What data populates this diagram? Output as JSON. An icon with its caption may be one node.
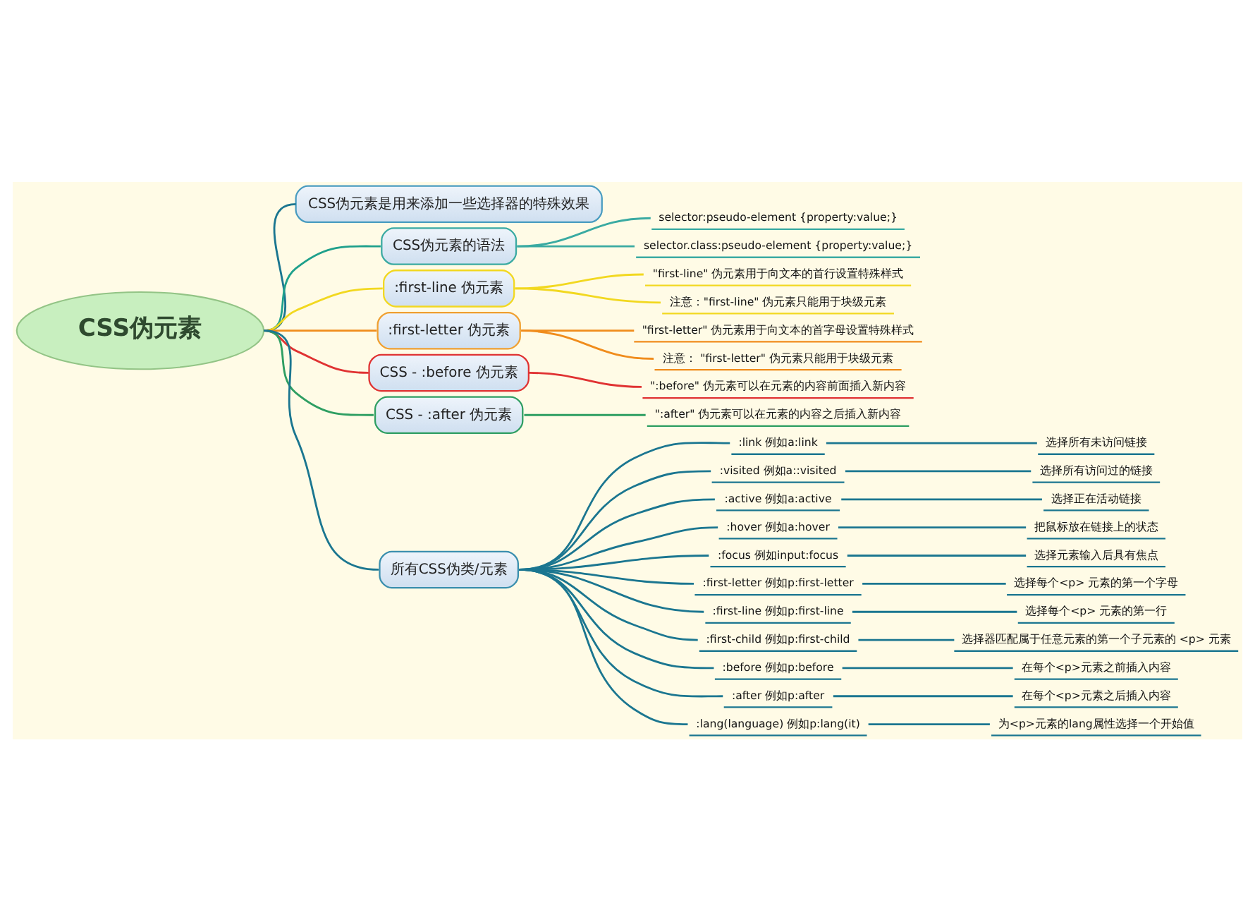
{
  "diagram": {
    "nodes": [
      {
        "text": [
          "CSS伪元素"
        ]
      },
      {
        "text": [
          "CSS伪元素是用来添加一些选择器的特殊效果"
        ]
      },
      {
        "text": [
          "CSS伪元素的语法"
        ]
      },
      {
        "text": [
          "selector:pseudo-element {property:value;}"
        ]
      },
      {
        "text": [
          "selector.class:pseudo-element {property:value;}"
        ]
      },
      {
        "text": [
          ":first-line 伪元素"
        ]
      },
      {
        "text": [
          "\"first-line\" 伪元素用于向文本的首行设置特殊样式"
        ]
      },
      {
        "text": [
          "注意：\"first-line\" 伪元素只能用于块级元素"
        ]
      },
      {
        "text": [
          ":first-letter 伪元素"
        ]
      },
      {
        "text": [
          "\"first-letter\" 伪元素用于向文本的首字母设置特殊样式"
        ]
      },
      {
        "text": [
          "注意： \"first-letter\" 伪元素只能用于块级元素"
        ]
      },
      {
        "text": [
          "CSS - :before 伪元素"
        ]
      },
      {
        "text": [
          "\":before\" 伪元素可以在元素的内容前面插入新内容"
        ]
      },
      {
        "text": [
          "CSS - :after 伪元素"
        ]
      },
      {
        "text": [
          "\":after\" 伪元素可以在元素的内容之后插入新内容"
        ]
      },
      {
        "text": [
          "所有CSS伪类/元素"
        ]
      },
      {
        "text": [
          ":link 例如a:link"
        ]
      },
      {
        "text": [
          "选择所有未访问链接"
        ]
      },
      {
        "text": [
          ":visited 例如a::visited"
        ]
      },
      {
        "text": [
          "选择所有访问过的链接"
        ]
      },
      {
        "text": [
          ":active 例如a:active"
        ]
      },
      {
        "text": [
          "选择正在活动链接"
        ]
      },
      {
        "text": [
          ":hover 例如a:hover"
        ]
      },
      {
        "text": [
          "把鼠标放在链接上的状态"
        ]
      },
      {
        "text": [
          ":focus 例如input:focus"
        ]
      },
      {
        "text": [
          "选择元素输入后具有焦点"
        ]
      },
      {
        "text": [
          ":first-letter 例如p:first-letter"
        ]
      },
      {
        "text": [
          "选择每个<p> 元素的第一个字母"
        ]
      },
      {
        "text": [
          ":first-line 例如p:first-line"
        ]
      },
      {
        "text": [
          "选择每个<p> 元素的第一行"
        ]
      },
      {
        "text": [
          ":first-child 例如p:first-child"
        ]
      },
      {
        "text": [
          "选择器匹配属于任意元素的第一个子元素的 <p> 元素"
        ]
      },
      {
        "text": [
          ":before 例如p:before"
        ]
      },
      {
        "text": [
          "在每个<p>元素之前插入内容"
        ]
      },
      {
        "text": [
          ":after 例如p:after"
        ]
      },
      {
        "text": [
          "在每个<p>元素之后插入内容"
        ]
      },
      {
        "text": [
          ":lang(language) 例如p:lang(it)"
        ]
      },
      {
        "text": [
          "为<p>元素的lang属性选择一个开始值"
        ]
      }
    ],
    "edges": [
      {
        "from": 0,
        "to": 1,
        "arrow": "none"
      },
      {
        "from": 0,
        "to": 2,
        "arrow": "none",
        "color": "#1fa08c"
      },
      {
        "from": 2,
        "to": 3,
        "arrow": "none",
        "color": "#3aaaa2"
      },
      {
        "from": 2,
        "to": 4,
        "arrow": "none",
        "color": "#3aaaa2"
      },
      {
        "from": 0,
        "to": 5,
        "arrow": "none",
        "color": "#f2d820"
      },
      {
        "from": 5,
        "to": 6,
        "arrow": "none",
        "color": "#f2d820"
      },
      {
        "from": 5,
        "to": 7,
        "arrow": "none",
        "color": "#f2d820"
      },
      {
        "from": 0,
        "to": 8,
        "arrow": "none",
        "color": "#f08c1c"
      },
      {
        "from": 8,
        "to": 9,
        "arrow": "none",
        "color": "#f08c1c"
      },
      {
        "from": 8,
        "to": 10,
        "arrow": "none",
        "color": "#f08c1c"
      },
      {
        "from": 0,
        "to": 11,
        "arrow": "none",
        "color": "#e03232"
      },
      {
        "from": 11,
        "to": 12,
        "arrow": "none",
        "color": "#e03232"
      },
      {
        "from": 0,
        "to": 13,
        "arrow": "none",
        "color": "#2e9e62"
      },
      {
        "from": 13,
        "to": 14,
        "arrow": "none",
        "color": "#2e9e62"
      },
      {
        "from": 0,
        "to": 15,
        "arrow": "none"
      },
      {
        "from": 15,
        "to": 16,
        "arrow": "none"
      },
      {
        "from": 16,
        "to": 17,
        "arrow": "none"
      },
      {
        "from": 15,
        "to": 18,
        "arrow": "none"
      },
      {
        "from": 18,
        "to": 19,
        "arrow": "none"
      },
      {
        "from": 15,
        "to": 20,
        "arrow": "none"
      },
      {
        "from": 20,
        "to": 21,
        "arrow": "none"
      },
      {
        "from": 15,
        "to": 22,
        "arrow": "none"
      },
      {
        "from": 22,
        "to": 23,
        "arrow": "none"
      },
      {
        "from": 15,
        "to": 24,
        "arrow": "none"
      },
      {
        "from": 24,
        "to": 25,
        "arrow": "none"
      },
      {
        "from": 15,
        "to": 26,
        "arrow": "none"
      },
      {
        "from": 26,
        "to": 27,
        "arrow": "none"
      },
      {
        "from": 15,
        "to": 28,
        "arrow": "none"
      },
      {
        "from": 28,
        "to": 29,
        "arrow": "none"
      },
      {
        "from": 15,
        "to": 30,
        "arrow": "none"
      },
      {
        "from": 30,
        "to": 31,
        "arrow": "none"
      },
      {
        "from": 15,
        "to": 32,
        "arrow": "none"
      },
      {
        "from": 32,
        "to": 33,
        "arrow": "none"
      },
      {
        "from": 15,
        "to": 34,
        "arrow": "none"
      },
      {
        "from": 34,
        "to": 35,
        "arrow": "none"
      },
      {
        "from": 15,
        "to": 36,
        "arrow": "none"
      },
      {
        "from": 36,
        "to": 37,
        "arrow": "none"
      }
    ]
  }
}
